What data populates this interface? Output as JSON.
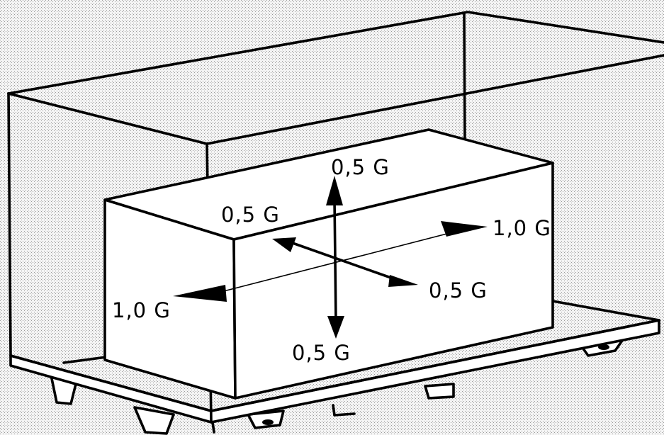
{
  "diagram": {
    "labels": {
      "up": "0,5 G",
      "down": "0,5 G",
      "left_diag": "0,5 G",
      "right_diag": "0,5 G",
      "forward": "1,0 G",
      "backward": "1,0 G"
    },
    "background_color": "#ececec",
    "line_color": "#000000"
  }
}
